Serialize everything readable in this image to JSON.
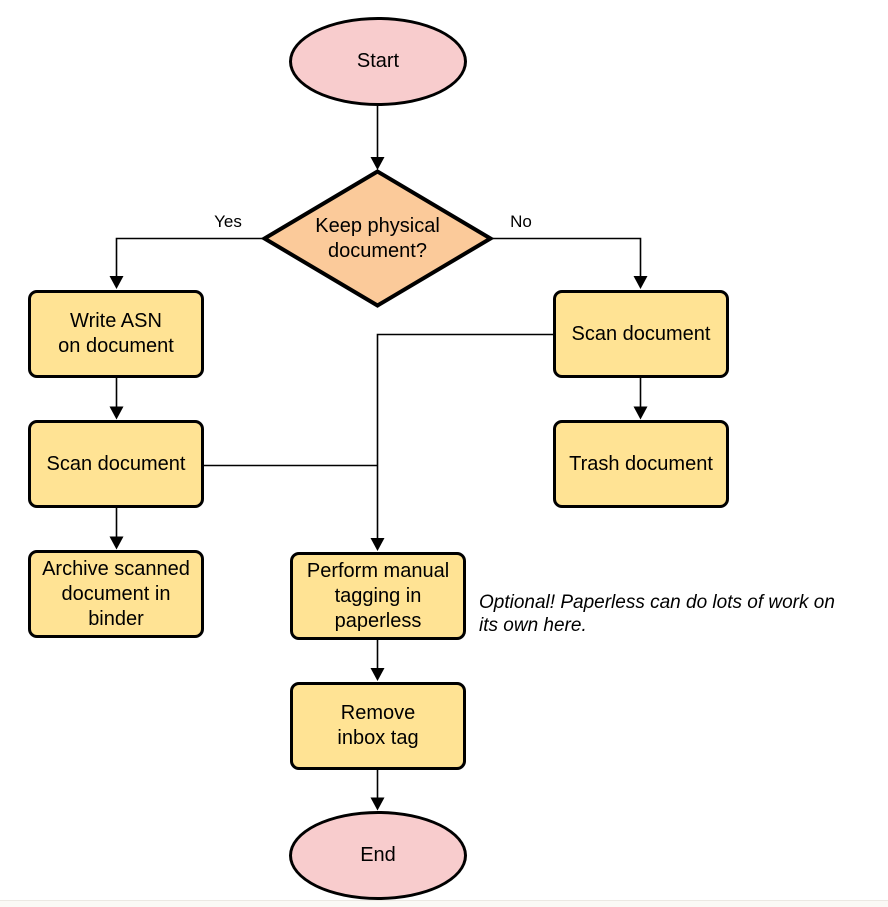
{
  "colors": {
    "stroke": "#000000",
    "process_fill": "#ffe394",
    "terminator_fill": "#f8cccd",
    "decision_fill": "#fbca9a",
    "background": "#ffffff"
  },
  "nodes": {
    "start": {
      "label": "Start"
    },
    "decision": {
      "label": "Keep physical\ndocument?"
    },
    "write_asn": {
      "label": "Write ASN\non document"
    },
    "scan_left": {
      "label": "Scan document"
    },
    "archive": {
      "label": "Archive scanned\ndocument in\nbinder"
    },
    "scan_right": {
      "label": "Scan document"
    },
    "trash": {
      "label": "Trash document"
    },
    "tagging": {
      "label": "Perform manual\ntagging in\npaperless"
    },
    "remove_inbox": {
      "label": "Remove\ninbox tag"
    },
    "end": {
      "label": "End"
    }
  },
  "edge_labels": {
    "yes": "Yes",
    "no": "No"
  },
  "annotation": {
    "text": "Optional! Paperless can do lots of work on\nits own here."
  }
}
